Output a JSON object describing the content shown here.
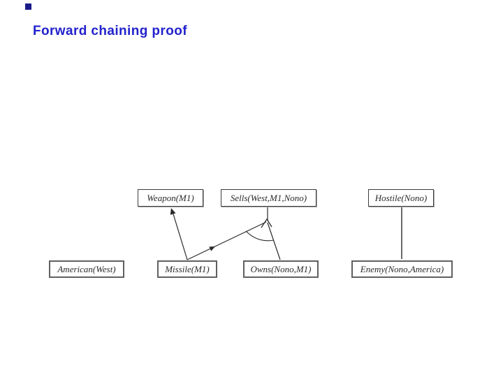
{
  "slide": {
    "title": "Forward chaining proof",
    "title_color": "#2222cc",
    "bullet_color": "#1a1a8a",
    "background": "#ffffff"
  },
  "diagram": {
    "type": "proof-tree",
    "line_color": "#2a2a2a",
    "thick_line_color": "#6a6a6a",
    "top_box_border_color": "#3c3c3c",
    "bottom_box_border_color": "#606060",
    "box_text_color": "#2b2b2b",
    "nodes": [
      {
        "id": "weapon",
        "label": "Weapon(M1)",
        "row": "top"
      },
      {
        "id": "sells",
        "label": "Sells(West,M1,Nono)",
        "row": "top"
      },
      {
        "id": "hostile",
        "label": "Hostile(Nono)",
        "row": "top"
      },
      {
        "id": "american",
        "label": "American(West)",
        "row": "bottom"
      },
      {
        "id": "missile",
        "label": "Missile(M1)",
        "row": "bottom"
      },
      {
        "id": "owns",
        "label": "Owns(Nono,M1)",
        "row": "bottom"
      },
      {
        "id": "enemy",
        "label": "Enemy(Nono,America)",
        "row": "bottom"
      }
    ],
    "edges": [
      {
        "from": "Missile(M1)",
        "to": "Weapon(M1)",
        "style": "arrow"
      },
      {
        "from": "Missile(M1)",
        "to": "Sells(West,M1,Nono)",
        "style": "conjunction-branch"
      },
      {
        "from": "Owns(Nono,M1)",
        "to": "Sells(West,M1,Nono)",
        "style": "conjunction-branch"
      },
      {
        "from": "Enemy(Nono,America)",
        "to": "Hostile(Nono)",
        "style": "plain-line"
      }
    ],
    "conjunction_arc": "between Missile and Owns branches below Sells junction"
  }
}
